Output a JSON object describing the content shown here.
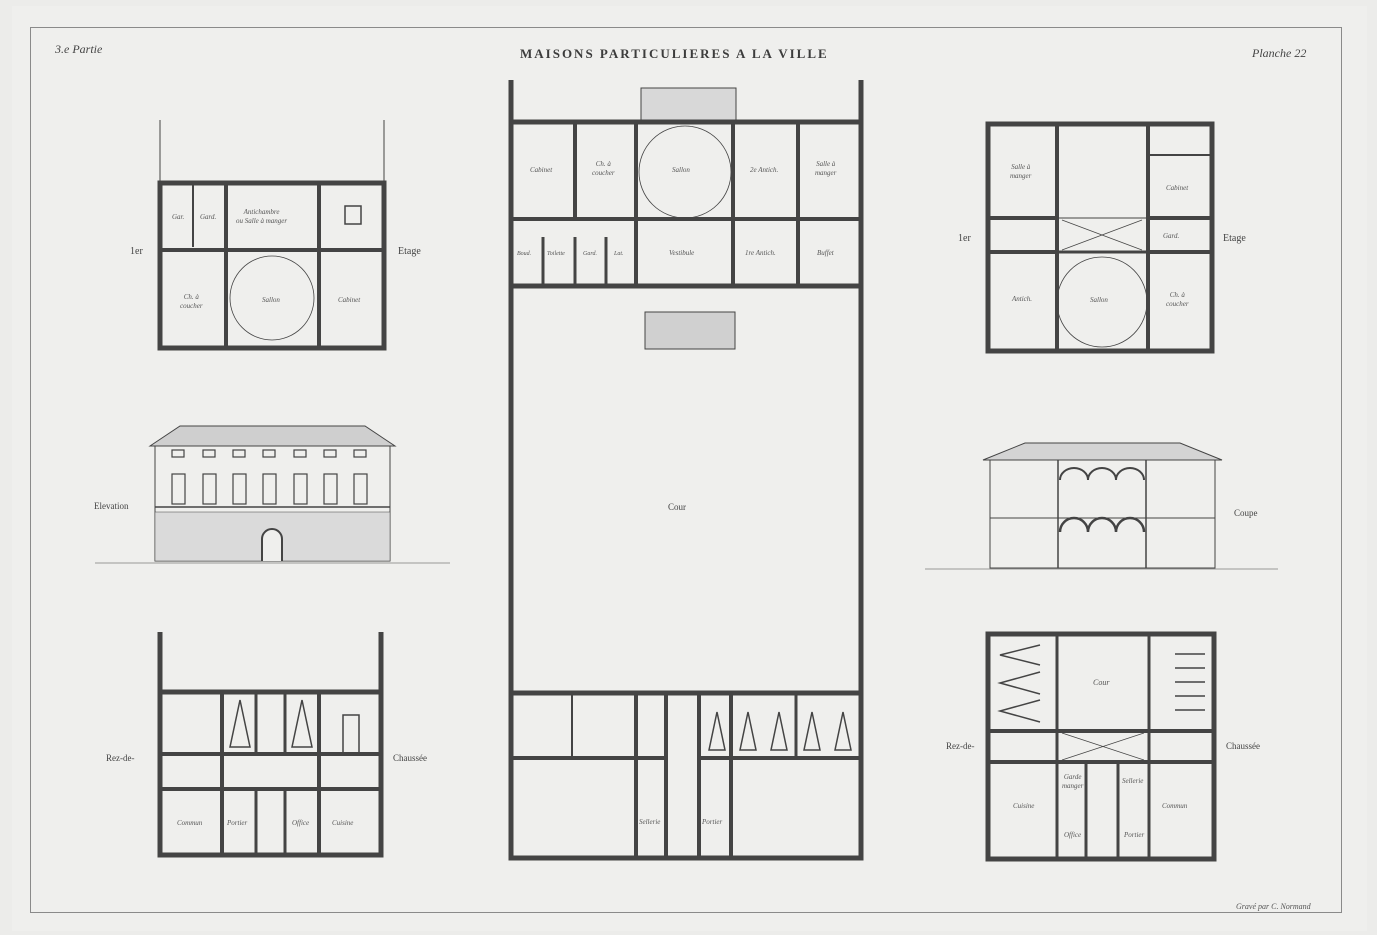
{
  "plate": {
    "part_label": "3.e Partie",
    "title": "MAISONS PARTICULIERES A LA VILLE",
    "plate_label": "Planche 22",
    "credit": "Gravé par C. Normand"
  },
  "drawings": {
    "left_upper_plan": {
      "floor_label_left": "1er",
      "floor_label_right": "Etage",
      "rooms": [
        "Gar.",
        "Gard.",
        "Antichambre\nou Salle à manger",
        "Ch. à\ncoucher",
        "Sallon",
        "Cabinet"
      ]
    },
    "left_elevation": {
      "label": "Elevation"
    },
    "left_ground_plan": {
      "floor_label_left": "Rez-de-",
      "floor_label_right": "Chaussée",
      "rooms": [
        "Commun",
        "Portier",
        "Office",
        "Cuisine"
      ]
    },
    "center_plan": {
      "court_label": "Cour",
      "upper_rooms": [
        "Cabinet",
        "Ch. à\ncoucher",
        "Sallon",
        "2e Antich.",
        "Salle à\nmanger"
      ],
      "lower_rooms": [
        "Boud.",
        "Toilette",
        "Gard.",
        "Lat.",
        "Vestibule",
        "1re Antich.",
        "Buffet"
      ],
      "ground_rooms": [
        "Sellerie",
        "Portier"
      ]
    },
    "right_upper_plan": {
      "floor_label_left": "1er",
      "floor_label_right": "Etage",
      "rooms": [
        "Salle à\nmanger",
        "Cabinet",
        "Gard.",
        "Antich.",
        "Sallon",
        "Ch. à\ncoucher"
      ]
    },
    "right_section": {
      "label": "Coupe"
    },
    "right_ground_plan": {
      "floor_label_left": "Rez-de-",
      "floor_label_right": "Chaussée",
      "rooms": [
        "Cour",
        "Garde\nmanger",
        "Sellerie",
        "Cuisine",
        "Commun",
        "Office",
        "Portier"
      ]
    }
  },
  "colors": {
    "paper": "#efefed",
    "ink": "#3a3a3a",
    "wall": "#444444",
    "frame": "#8a8a8a"
  }
}
